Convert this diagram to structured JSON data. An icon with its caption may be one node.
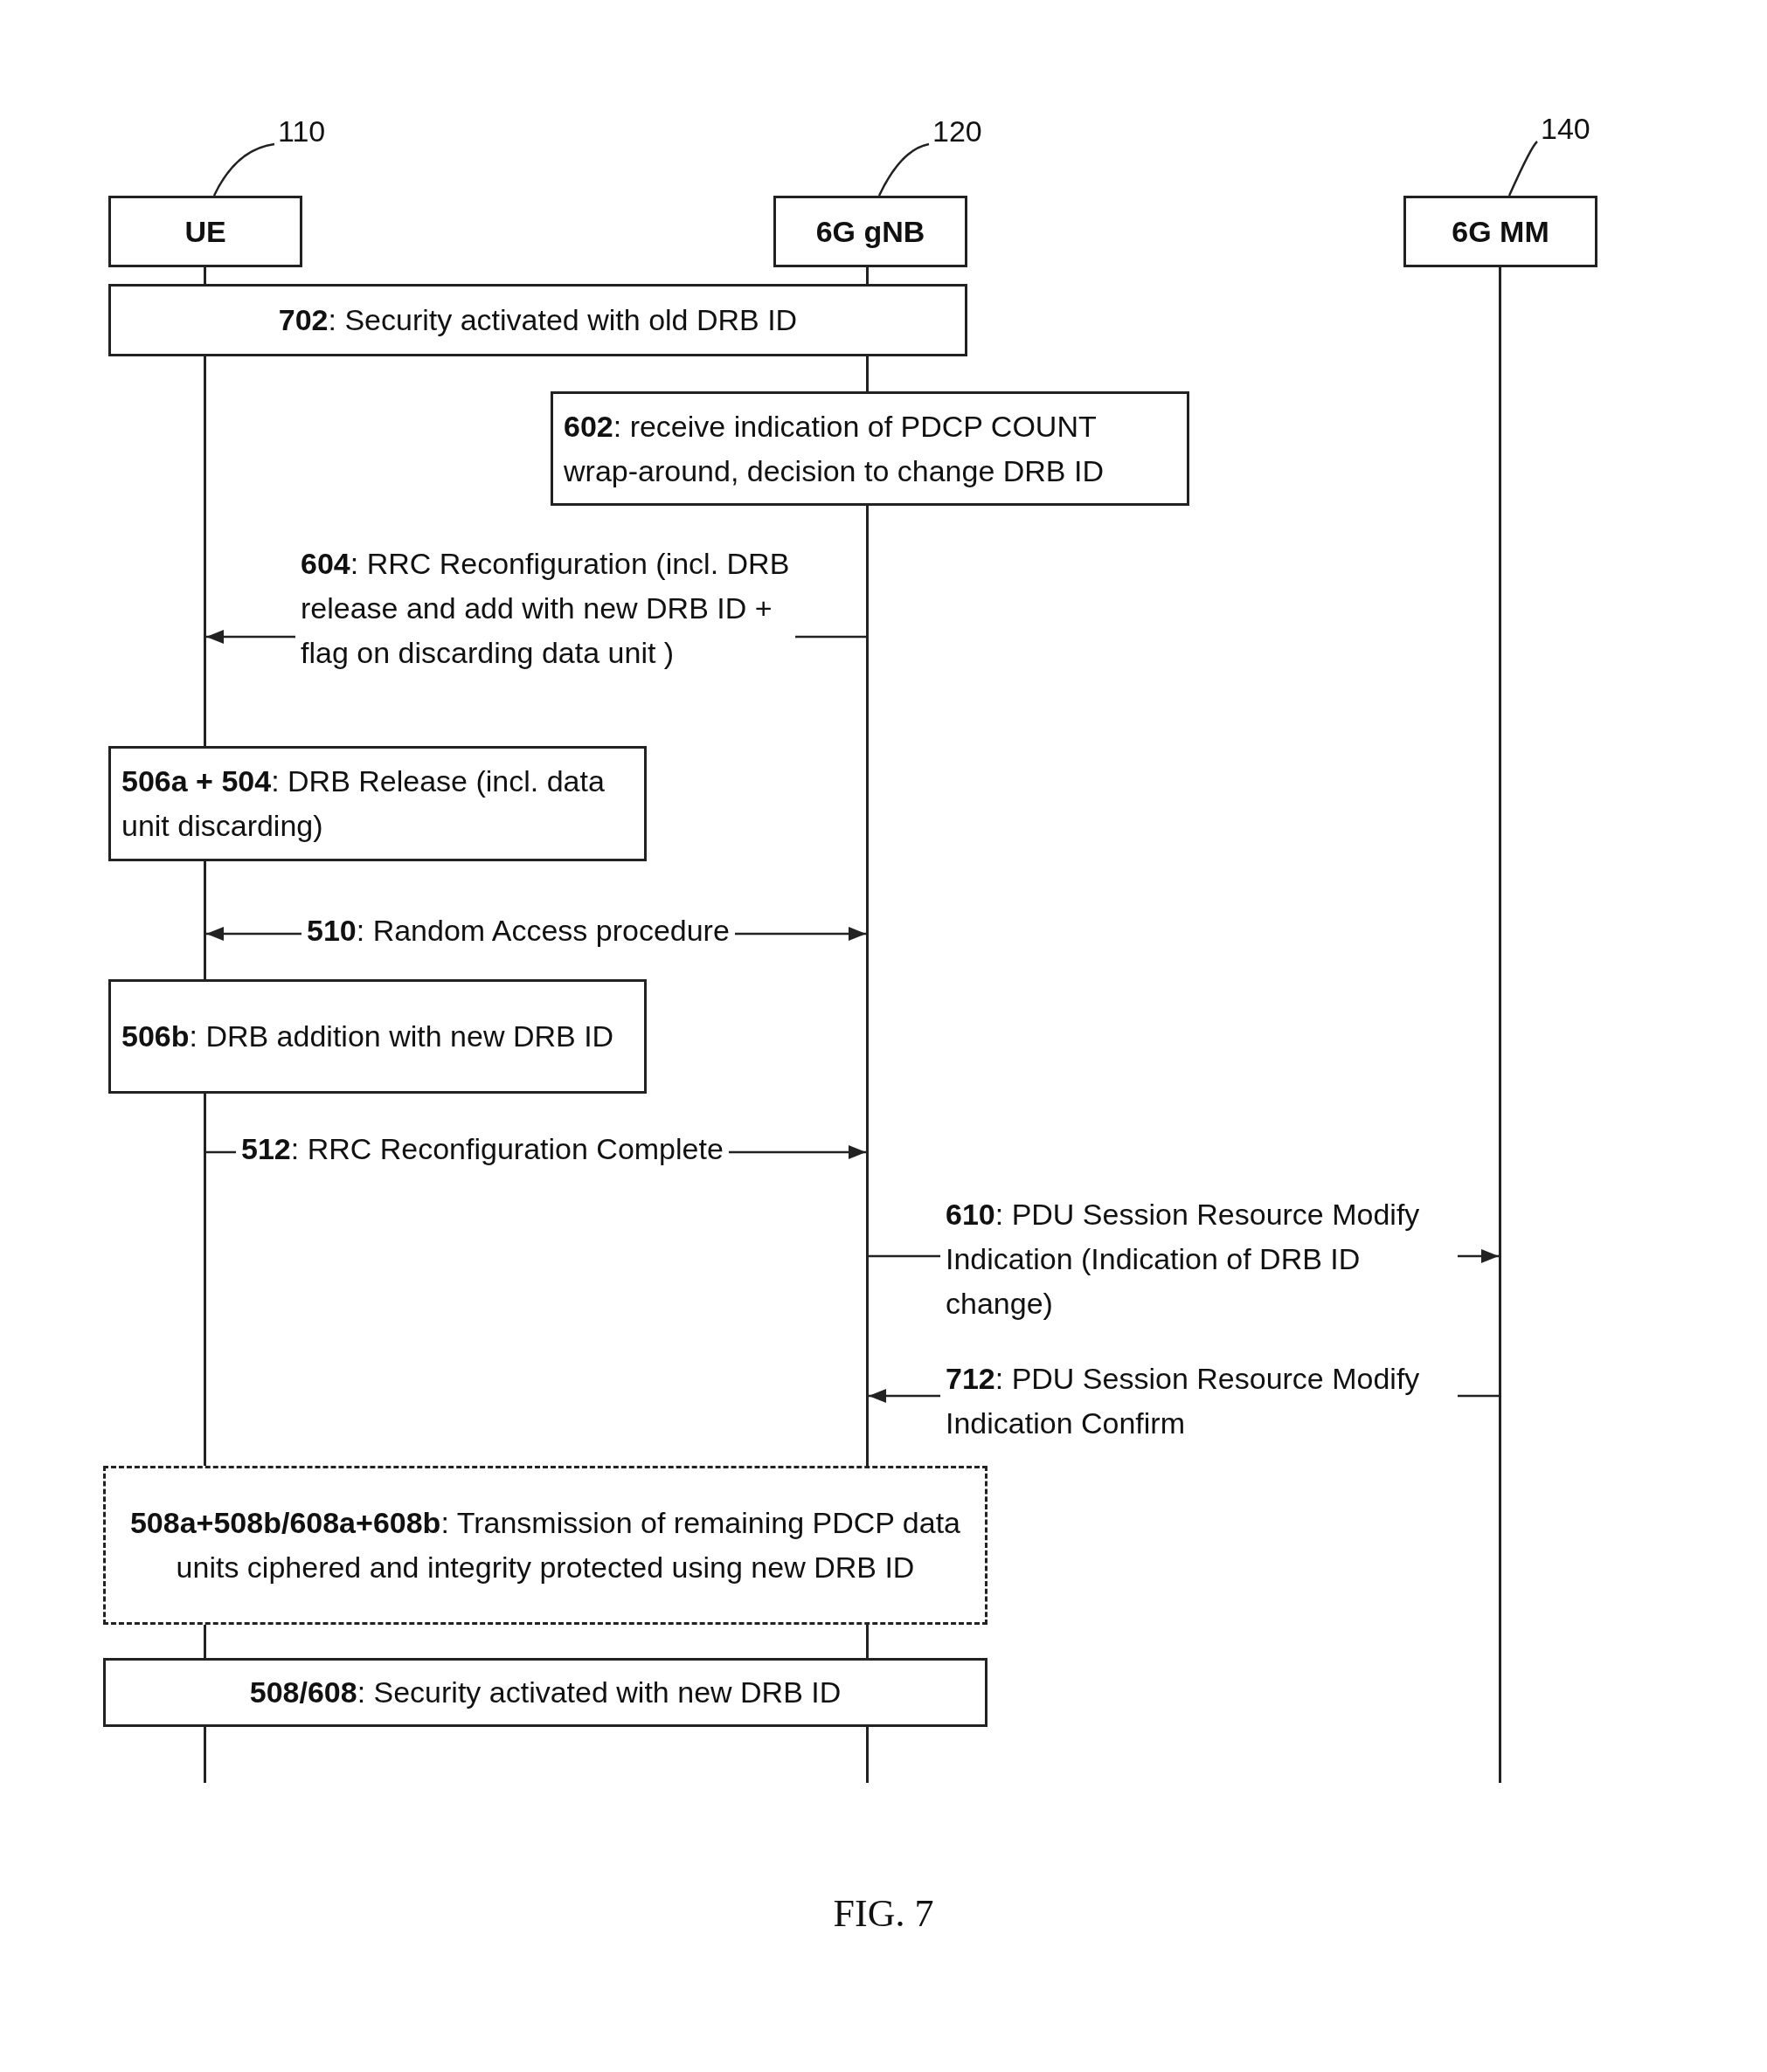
{
  "diagram": {
    "caption": "FIG. 7",
    "nodes": [
      {
        "text": [
          "110"
        ]
      },
      {
        "text": [
          "120"
        ]
      },
      {
        "text": [
          "140"
        ]
      },
      {
        "text": [
          "UE"
        ]
      },
      {
        "text": [
          "6G gNB"
        ]
      },
      {
        "text": [
          "6G MM"
        ]
      },
      {
        "text": [
          "**702**: Security activated with old DRB ID"
        ]
      },
      {
        "text": [
          "**602**: receive indication of PDCP COUNT wrap-around, decision to change DRB ID"
        ]
      },
      {
        "text": [
          "**506a + 504**: DRB Release (incl. data unit discarding)"
        ]
      },
      {
        "text": [
          "**506b**: DRB addition with new DRB ID"
        ]
      },
      {
        "text": [
          "**508a+508b/608a+608b**: Transmission of remaining PDCP data units ciphered and integrity protected using new DRB ID"
        ]
      },
      {
        "text": [
          "**508/608**: Security activated with new DRB ID"
        ]
      },
      {
        "text": [],
        "shape": "line"
      },
      {
        "text": [],
        "shape": "line"
      },
      {
        "text": [],
        "shape": "line"
      }
    ],
    "edges": [
      {
        "from": 0,
        "to": 3,
        "arrow": "none"
      },
      {
        "from": 1,
        "to": 4,
        "arrow": "none"
      },
      {
        "from": 2,
        "to": 5,
        "arrow": "none"
      },
      {
        "from": 13,
        "to": 12,
        "arrow": "to",
        "label": "**604**: RRC Reconfiguration (incl. DRB release and add with new DRB ID + flag on discarding data unit )"
      },
      {
        "from": 12,
        "to": 13,
        "arrow": "both",
        "label": "**510**: Random Access procedure"
      },
      {
        "from": 12,
        "to": 13,
        "arrow": "to",
        "label": "**512**: RRC Reconfiguration Complete"
      },
      {
        "from": 13,
        "to": 14,
        "arrow": "to",
        "label": "**610**: PDU Session Resource Modify Indication (Indication of DRB ID change)"
      },
      {
        "from": 14,
        "to": 13,
        "arrow": "to",
        "label": "**712**: PDU Session Resource Modify Indication Confirm"
      }
    ]
  }
}
